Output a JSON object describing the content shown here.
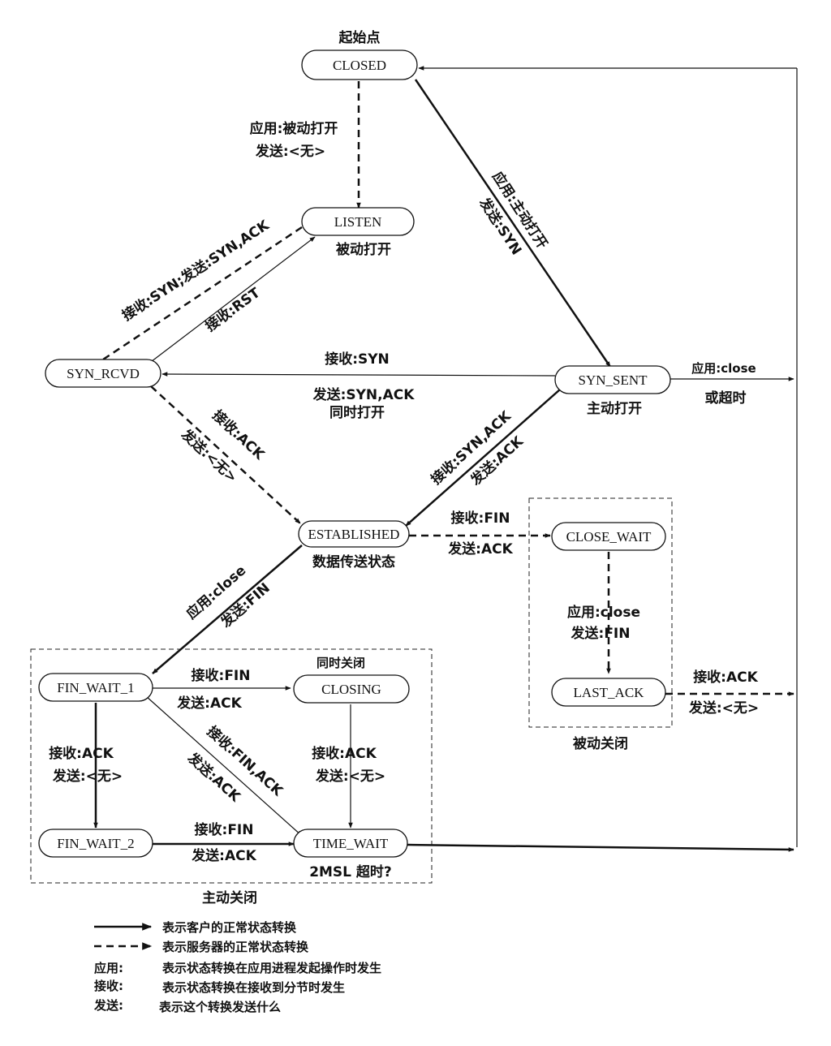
{
  "states": {
    "closed": "CLOSED",
    "listen": "LISTEN",
    "syn_rcvd": "SYN_RCVD",
    "syn_sent": "SYN_SENT",
    "established": "ESTABLISHED",
    "close_wait": "CLOSE_WAIT",
    "last_ack": "LAST_ACK",
    "fin_wait_1": "FIN_WAIT_1",
    "closing": "CLOSING",
    "fin_wait_2": "FIN_WAIT_2",
    "time_wait": "TIME_WAIT"
  },
  "captions": {
    "start_point": "起始点",
    "passive_open": "被动打开",
    "active_open": "主动打开",
    "simultaneous_open": "同时打开",
    "data_transfer": "数据传送状态",
    "simultaneous_close": "同时关闭",
    "passive_close": "被动关闭",
    "active_close": "主动关闭",
    "msl_timeout": "2MSL 超时?"
  },
  "transitions": {
    "closed_listen_1": "应用:被动打开",
    "closed_listen_2": "发送:<无>",
    "closed_synsent_1": "应用:主动打开",
    "closed_synsent_2": "发送:SYN",
    "listen_synrcvd": "接收:SYN;发送:SYN,ACK",
    "synrcvd_listen": "接收:RST",
    "synsent_synrcvd_1": "接收:SYN",
    "synsent_synrcvd_2": "发送:SYN,ACK",
    "synsent_close_1": "应用:close",
    "synsent_close_2": "或超时",
    "synrcvd_est_1": "接收:ACK",
    "synrcvd_est_2": "发送:<无>",
    "synsent_est_1": "接收:SYN,ACK",
    "synsent_est_2": "发送:ACK",
    "est_closewait_1": "接收:FIN",
    "est_closewait_2": "发送:ACK",
    "closewait_lastack_1": "应用:close",
    "closewait_lastack_2": "发送:FIN",
    "lastack_closed_1": "接收:ACK",
    "lastack_closed_2": "发送:<无>",
    "est_finwait1_1": "应用:close",
    "est_finwait1_2": "发送:FIN",
    "finwait1_closing_1": "接收:FIN",
    "finwait1_closing_2": "发送:ACK",
    "finwait1_timewait_1": "接收:FIN,ACK",
    "finwait1_timewait_2": "发送:ACK",
    "finwait1_finwait2_1": "接收:ACK",
    "finwait1_finwait2_2": "发送:<无>",
    "closing_timewait_1": "接收:ACK",
    "closing_timewait_2": "发送:<无>",
    "finwait2_timewait_1": "接收:FIN",
    "finwait2_timewait_2": "发送:ACK"
  },
  "legend": {
    "client_line": "表示客户的正常状态转换",
    "server_line": "表示服务器的正常状态转换",
    "app_key": "应用:",
    "app_desc": "表示状态转换在应用进程发起操作时发生",
    "recv_key": "接收:",
    "recv_desc": "表示状态转换在接收到分节时发生",
    "send_key": "发送:",
    "send_desc": "表示这个转换发送什么"
  }
}
